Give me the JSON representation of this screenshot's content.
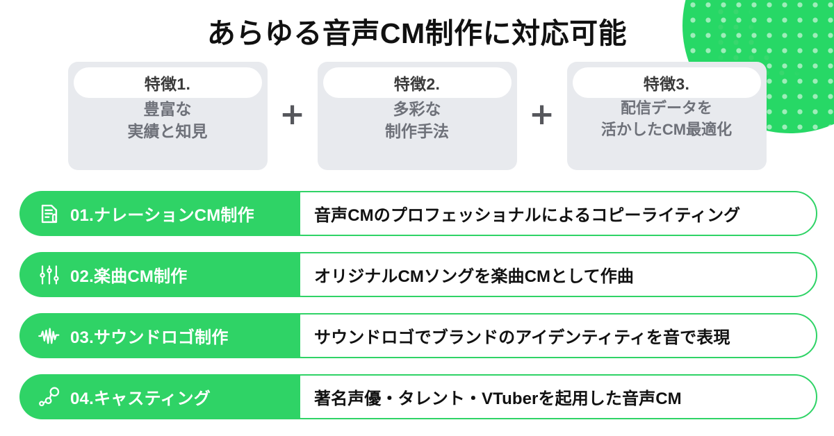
{
  "page": {
    "title": "あらゆる音声CM制作に対応可能",
    "accent_green": "#2FD366",
    "deco_green": "#27D866",
    "card_gray": "#E8EAEE",
    "card_text_gray": "#6E7179",
    "plus_gray": "#56575C",
    "text_black": "#111111"
  },
  "features": {
    "separator": "+",
    "cards": [
      {
        "badge": "特徴1.",
        "body": "豊富な\n実績と知見"
      },
      {
        "badge": "特徴2.",
        "body": "多彩な\n制作手法"
      },
      {
        "badge": "特徴3.",
        "body": "配信データを\n活かしたCM最適化"
      }
    ]
  },
  "services": [
    {
      "label": "01.ナレーションCM制作",
      "icon": "document-pen-icon",
      "description": "音声CMのプロフェッショナルによるコピーライティング"
    },
    {
      "label": "02.楽曲CM制作",
      "icon": "mixer-sliders-icon",
      "description": "オリジナルCMソングを楽曲CMとして作曲"
    },
    {
      "label": "03.サウンドロゴ制作",
      "icon": "waveform-icon",
      "description": "サウンドロゴでブランドのアイデンティティを音で表現"
    },
    {
      "label": "04.キャスティング",
      "icon": "network-nodes-icon",
      "description": "著名声優・タレント・VTuberを起用した音声CM"
    }
  ]
}
